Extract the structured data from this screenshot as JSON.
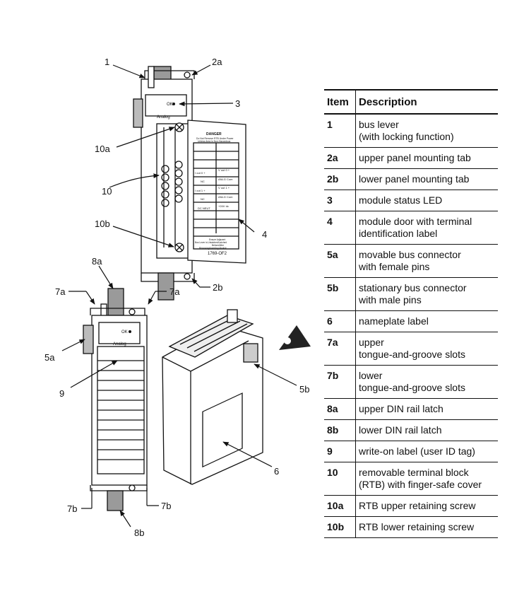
{
  "table": {
    "headers": {
      "item": "Item",
      "description": "Description"
    },
    "rows": [
      {
        "item": "1",
        "lines": [
          "bus lever",
          "(with locking function)"
        ]
      },
      {
        "item": "2a",
        "lines": [
          "upper panel mounting tab"
        ]
      },
      {
        "item": "2b",
        "lines": [
          "lower panel mounting tab"
        ]
      },
      {
        "item": "3",
        "lines": [
          "module status LED"
        ]
      },
      {
        "item": "4",
        "lines": [
          "module door with terminal",
          "identification label"
        ]
      },
      {
        "item": "5a",
        "lines": [
          "movable bus connector",
          "with female pins"
        ]
      },
      {
        "item": "5b",
        "lines": [
          "stationary bus connector",
          "with male pins"
        ]
      },
      {
        "item": "6",
        "lines": [
          "nameplate label"
        ]
      },
      {
        "item": "7a",
        "lines": [
          "upper",
          "tongue-and-groove slots"
        ]
      },
      {
        "item": "7b",
        "lines": [
          "lower",
          "tongue-and-groove slots"
        ]
      },
      {
        "item": "8a",
        "lines": [
          "upper DIN rail latch"
        ]
      },
      {
        "item": "8b",
        "lines": [
          "lower DIN rail latch"
        ]
      },
      {
        "item": "9",
        "lines": [
          "write-on label (user ID tag)"
        ]
      },
      {
        "item": "10",
        "lines": [
          "removable terminal block",
          "(RTB) with finger-safe cover"
        ]
      },
      {
        "item": "10a",
        "lines": [
          "RTB upper retaining screw"
        ]
      },
      {
        "item": "10b",
        "lines": [
          "RTB lower retaining screw"
        ]
      }
    ]
  },
  "callouts": {
    "c1": "1",
    "c2a": "2a",
    "c2b": "2b",
    "c3": "3",
    "c4": "4",
    "c5a": "5a",
    "c5b": "5b",
    "c6": "6",
    "c7a_left": "7a",
    "c7a_right": "7a",
    "c7b_left": "7b",
    "c7b_right": "7b",
    "c8a": "8a",
    "c8b": "8b",
    "c9": "9",
    "c10": "10",
    "c10a": "10a",
    "c10b": "10b"
  },
  "module_labels": {
    "ok_top": "OK",
    "analog_top": "Analog",
    "danger_title": "DANGER",
    "danger_line1": "Do Not Remove RTB Under Power",
    "danger_line2": "Unless Area is Non-Hazardous",
    "terminal_in0_plus": "I out 0 +",
    "terminal_v0_plus": "V out 0 +",
    "terminal_anlg_com_1": "ANLG Com",
    "terminal_nc_1": "NC",
    "terminal_in1_plus": "I out 1 +",
    "terminal_v1_plus": "V out 1 +",
    "terminal_anlg_com_2": "ANLG Com",
    "terminal_nc_2": "NC",
    "terminal_dc_neut": "DC NEUT",
    "terminal_24vdc": "+24V dc",
    "bottom_line1": "Ensure Adjacent",
    "bottom_line2": "Bus Lever is Unlatched/Latched",
    "bottom_line3": "Before/After",
    "bottom_line4": "Removing/Inserting Module",
    "catalog": "1769-OF2",
    "ok_lower": "OK",
    "analog_lower": "Analog"
  }
}
